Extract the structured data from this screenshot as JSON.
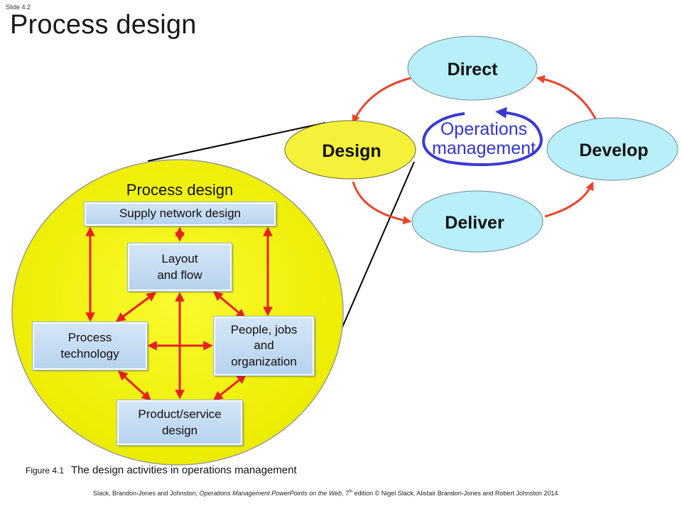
{
  "slide_number": "Slide 4.2",
  "title": "Process design",
  "cycle": {
    "direct": "Direct",
    "design": "Design",
    "develop": "Develop",
    "deliver": "Deliver",
    "center_line1": "Operations",
    "center_line2": "management"
  },
  "process_design": {
    "label": "Process design",
    "supply_network": "Supply network design",
    "layout_line1": "Layout",
    "layout_line2": "and flow",
    "process_tech_line1": "Process",
    "process_tech_line2": "technology",
    "people_line1": "People, jobs",
    "people_line2": "and",
    "people_line3": "organization",
    "product_line1": "Product/service",
    "product_line2": "design"
  },
  "caption": {
    "figure": "Figure 4.1",
    "text": "The design activities in operations management"
  },
  "footer": {
    "authors": "Slack, Brandon-Jones and Johnston, ",
    "book": "Operations Management PowerPoints on the Web",
    "edition_num": ", 7",
    "edition_sup": "th",
    "rest": " edition © Nigel Slack, Alistair Brandon-Jones and Robert Johnston 2014"
  },
  "colors": {
    "big_circle_fill": "#f7f41b",
    "design_fill": "#f5f03a",
    "cyan_fill": "#b8eff8",
    "red_arrow": "#e62020",
    "cycle_arrow": "#e8452c",
    "blue_loop": "#3a3ad0",
    "ops_text": "#3535c8"
  }
}
